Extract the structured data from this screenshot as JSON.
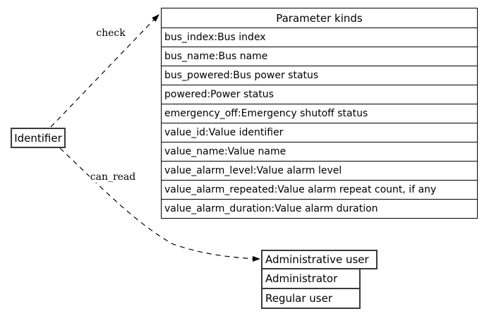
{
  "diagram": {
    "background_color": "#ffffff",
    "line_color": "#000000",
    "identifier_node": {
      "label": "Identifier"
    },
    "edges": {
      "check": {
        "label": "check",
        "style": "dashed",
        "from": "Identifier",
        "to": "Parameter kinds"
      },
      "can_read": {
        "label": "can_read",
        "style": "dashed",
        "from": "Identifier",
        "to": "Administrative user"
      }
    },
    "parameter_table": {
      "title": "Parameter kinds",
      "rows": [
        "bus_index:Bus index",
        "bus_name:Bus name",
        "bus_powered:Bus power status",
        "powered:Power status",
        "emergency_off:Emergency shutoff status",
        "value_id:Value identifier",
        "value_name:Value name",
        "value_alarm_level:Value alarm level",
        "value_alarm_repeated:Value alarm repeat count, if any",
        "value_alarm_duration:Value alarm duration"
      ]
    },
    "user_table": {
      "title": "Administrative user",
      "rows": [
        "Administrator",
        "Regular user"
      ]
    }
  }
}
